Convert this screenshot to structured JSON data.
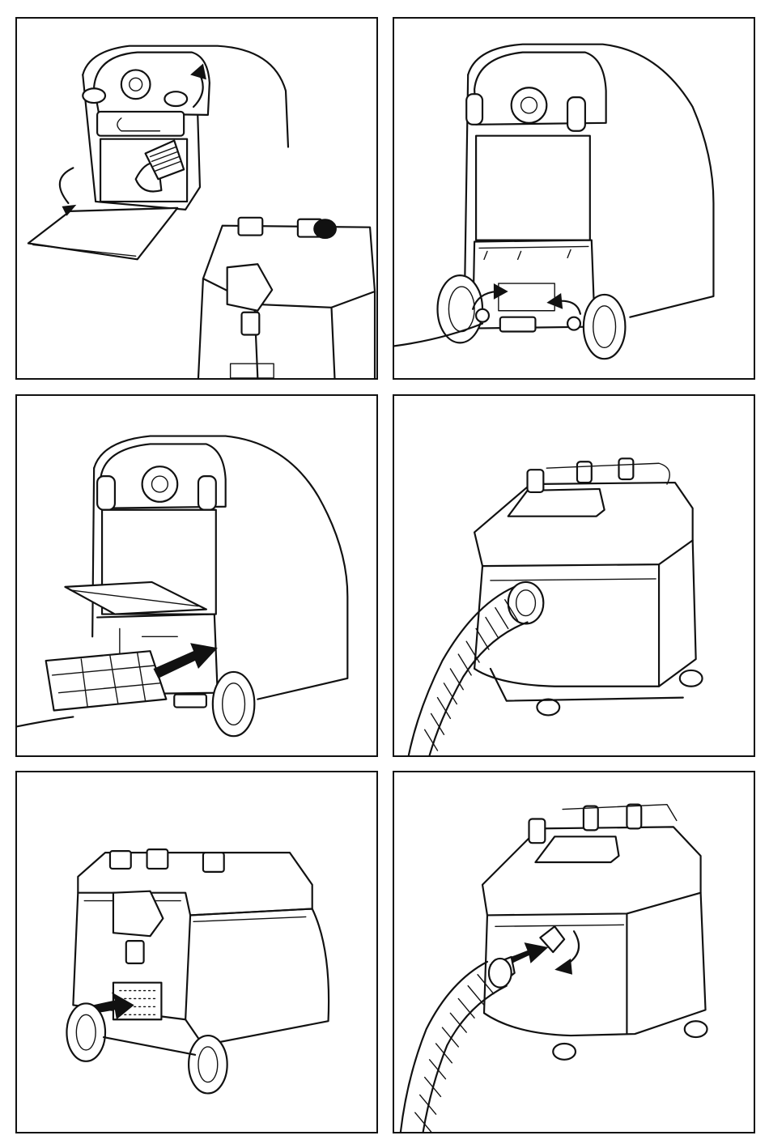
{
  "figure": {
    "panels": [
      {
        "step": "remove-front-cover-and-filter-holder",
        "icons": [
          "curved-arrow-icon",
          "curved-arrow-icon"
        ]
      },
      {
        "step": "release-side-latches",
        "icons": [
          "curved-arrow-icon",
          "curved-arrow-icon"
        ]
      },
      {
        "step": "pull-out-filter-cassette",
        "icons": [
          "straight-arrow-icon"
        ]
      },
      {
        "step": "appliance-with-hose-attached",
        "icons": []
      },
      {
        "step": "push-filter-grille",
        "icons": [
          "straight-arrow-icon"
        ]
      },
      {
        "step": "insert-and-twist-hose",
        "icons": [
          "straight-arrow-icon",
          "curved-arrow-icon"
        ]
      }
    ],
    "colors": {
      "line": "#111111",
      "background": "#ffffff"
    }
  }
}
